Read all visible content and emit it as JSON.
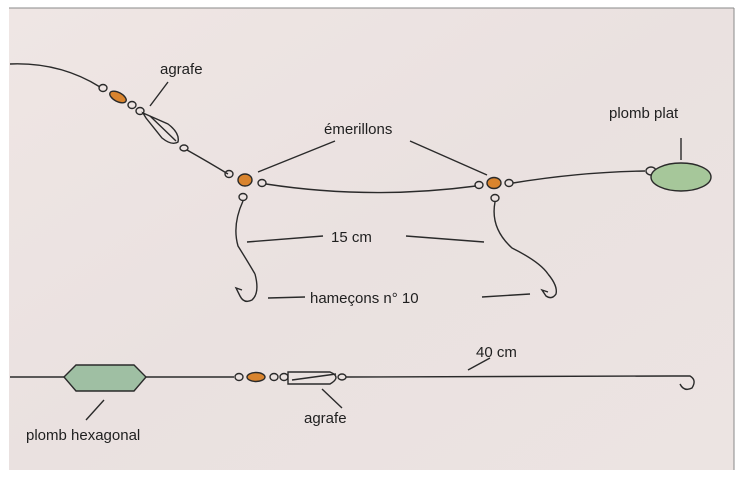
{
  "labels": {
    "agrafe_top": "agrafe",
    "emerillons": "émerillons",
    "plomb_plat": "plomb plat",
    "distance_15": "15 cm",
    "hamecons": "hameçons n° 10",
    "distance_40": "40 cm",
    "agrafe_bottom": "agrafe",
    "plomb_hexagonal": "plomb hexagonal"
  },
  "colors": {
    "background": "#ece3e2",
    "line": "#2a2a2a",
    "swivel_orange": "#d9842e",
    "lead_green": "#a6c79a",
    "lead_hex_green": "#9fbfa3"
  }
}
